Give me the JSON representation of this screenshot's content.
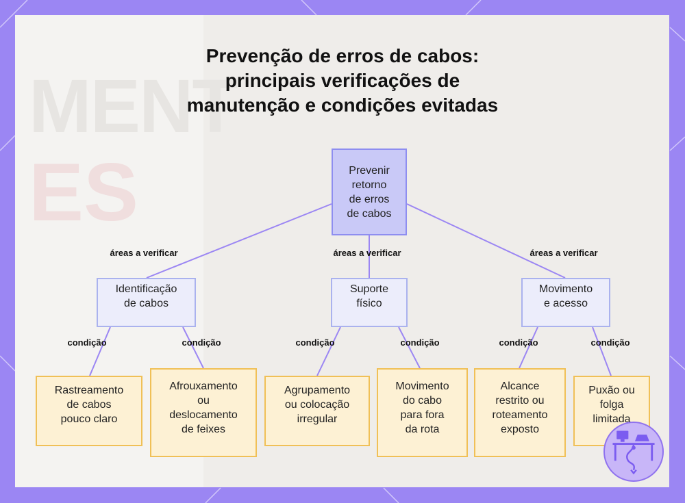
{
  "diagram": {
    "title_lines": [
      "Prevenção de erros de cabos:",
      "principais verificações de",
      "manutenção e condições evitadas"
    ],
    "background_text": {
      "line1": "MENT",
      "line2": "ES"
    },
    "root": {
      "label": "Prevenir\nretorno\nde erros\nde cabos"
    },
    "branches": [
      {
        "edge_label": "áreas a verificar",
        "label": "Identificação\nde cabos"
      },
      {
        "edge_label": "áreas a verificar",
        "label": "Suporte\nfísico"
      },
      {
        "edge_label": "áreas a verificar",
        "label": "Movimento\ne acesso"
      }
    ],
    "leaves": [
      {
        "edge_label": "condição",
        "label": "Rastreamento\nde cabos\npouco claro"
      },
      {
        "edge_label": "condição",
        "label": "Afrouxamento\nou\ndeslocamento\nde feixes"
      },
      {
        "edge_label": "condição",
        "label": "Agrupamento\nou colocação\nirregular"
      },
      {
        "edge_label": "condição",
        "label": "Movimento\ndo cabo\npara fora\nda rota"
      },
      {
        "edge_label": "condição",
        "label": "Alcance\nrestrito ou\nroteamento\nexposto"
      },
      {
        "edge_label": "condição",
        "label": "Puxão ou\nfolga\nlimitada"
      }
    ],
    "colors": {
      "frame": "#9b86f3",
      "edge": "#9b86f3",
      "root_fill": "#c9c9f7",
      "branch_fill": "#ecedfb",
      "leaf_fill": "#fdf1d4",
      "leaf_border": "#f0c057"
    },
    "badge_icon": "workstation-cable-icon"
  }
}
